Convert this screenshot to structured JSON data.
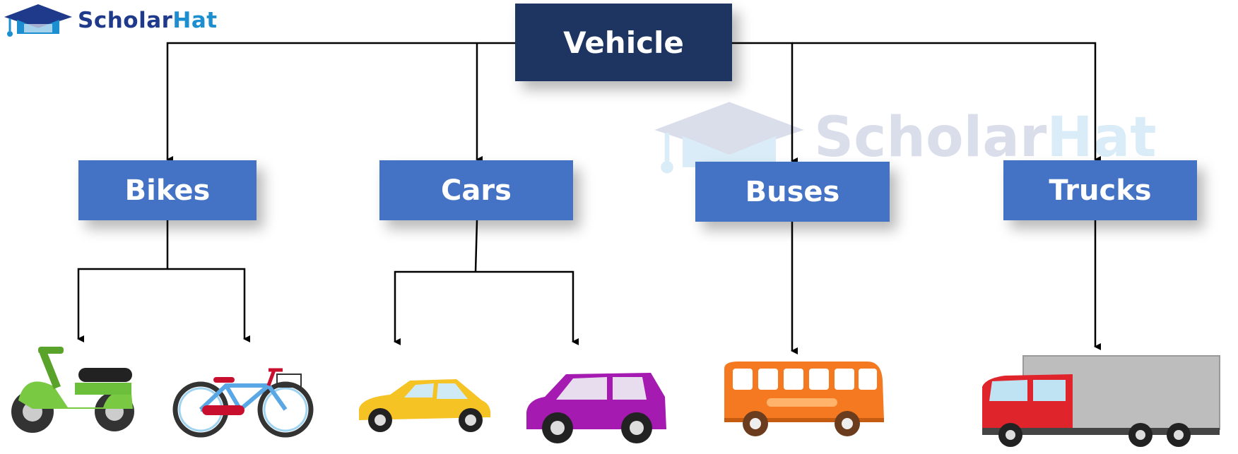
{
  "brand": {
    "name_part1": "Scholar",
    "name_part2": "Hat"
  },
  "watermark": {
    "part1": "Scholar",
    "part2": "Hat"
  },
  "root": {
    "label": "Vehicle"
  },
  "categories": [
    {
      "label": "Bikes",
      "items": [
        "scooter-icon",
        "bicycle-icon"
      ]
    },
    {
      "label": "Cars",
      "items": [
        "hatchback-car-icon",
        "suv-icon"
      ]
    },
    {
      "label": "Buses",
      "items": [
        "bus-icon"
      ]
    },
    {
      "label": "Trucks",
      "items": [
        "truck-icon"
      ]
    }
  ],
  "colors": {
    "root": "#1e3461",
    "category": "#4472c4",
    "brand_dark": "#1f3a8a",
    "brand_light": "#1d8fd1"
  }
}
